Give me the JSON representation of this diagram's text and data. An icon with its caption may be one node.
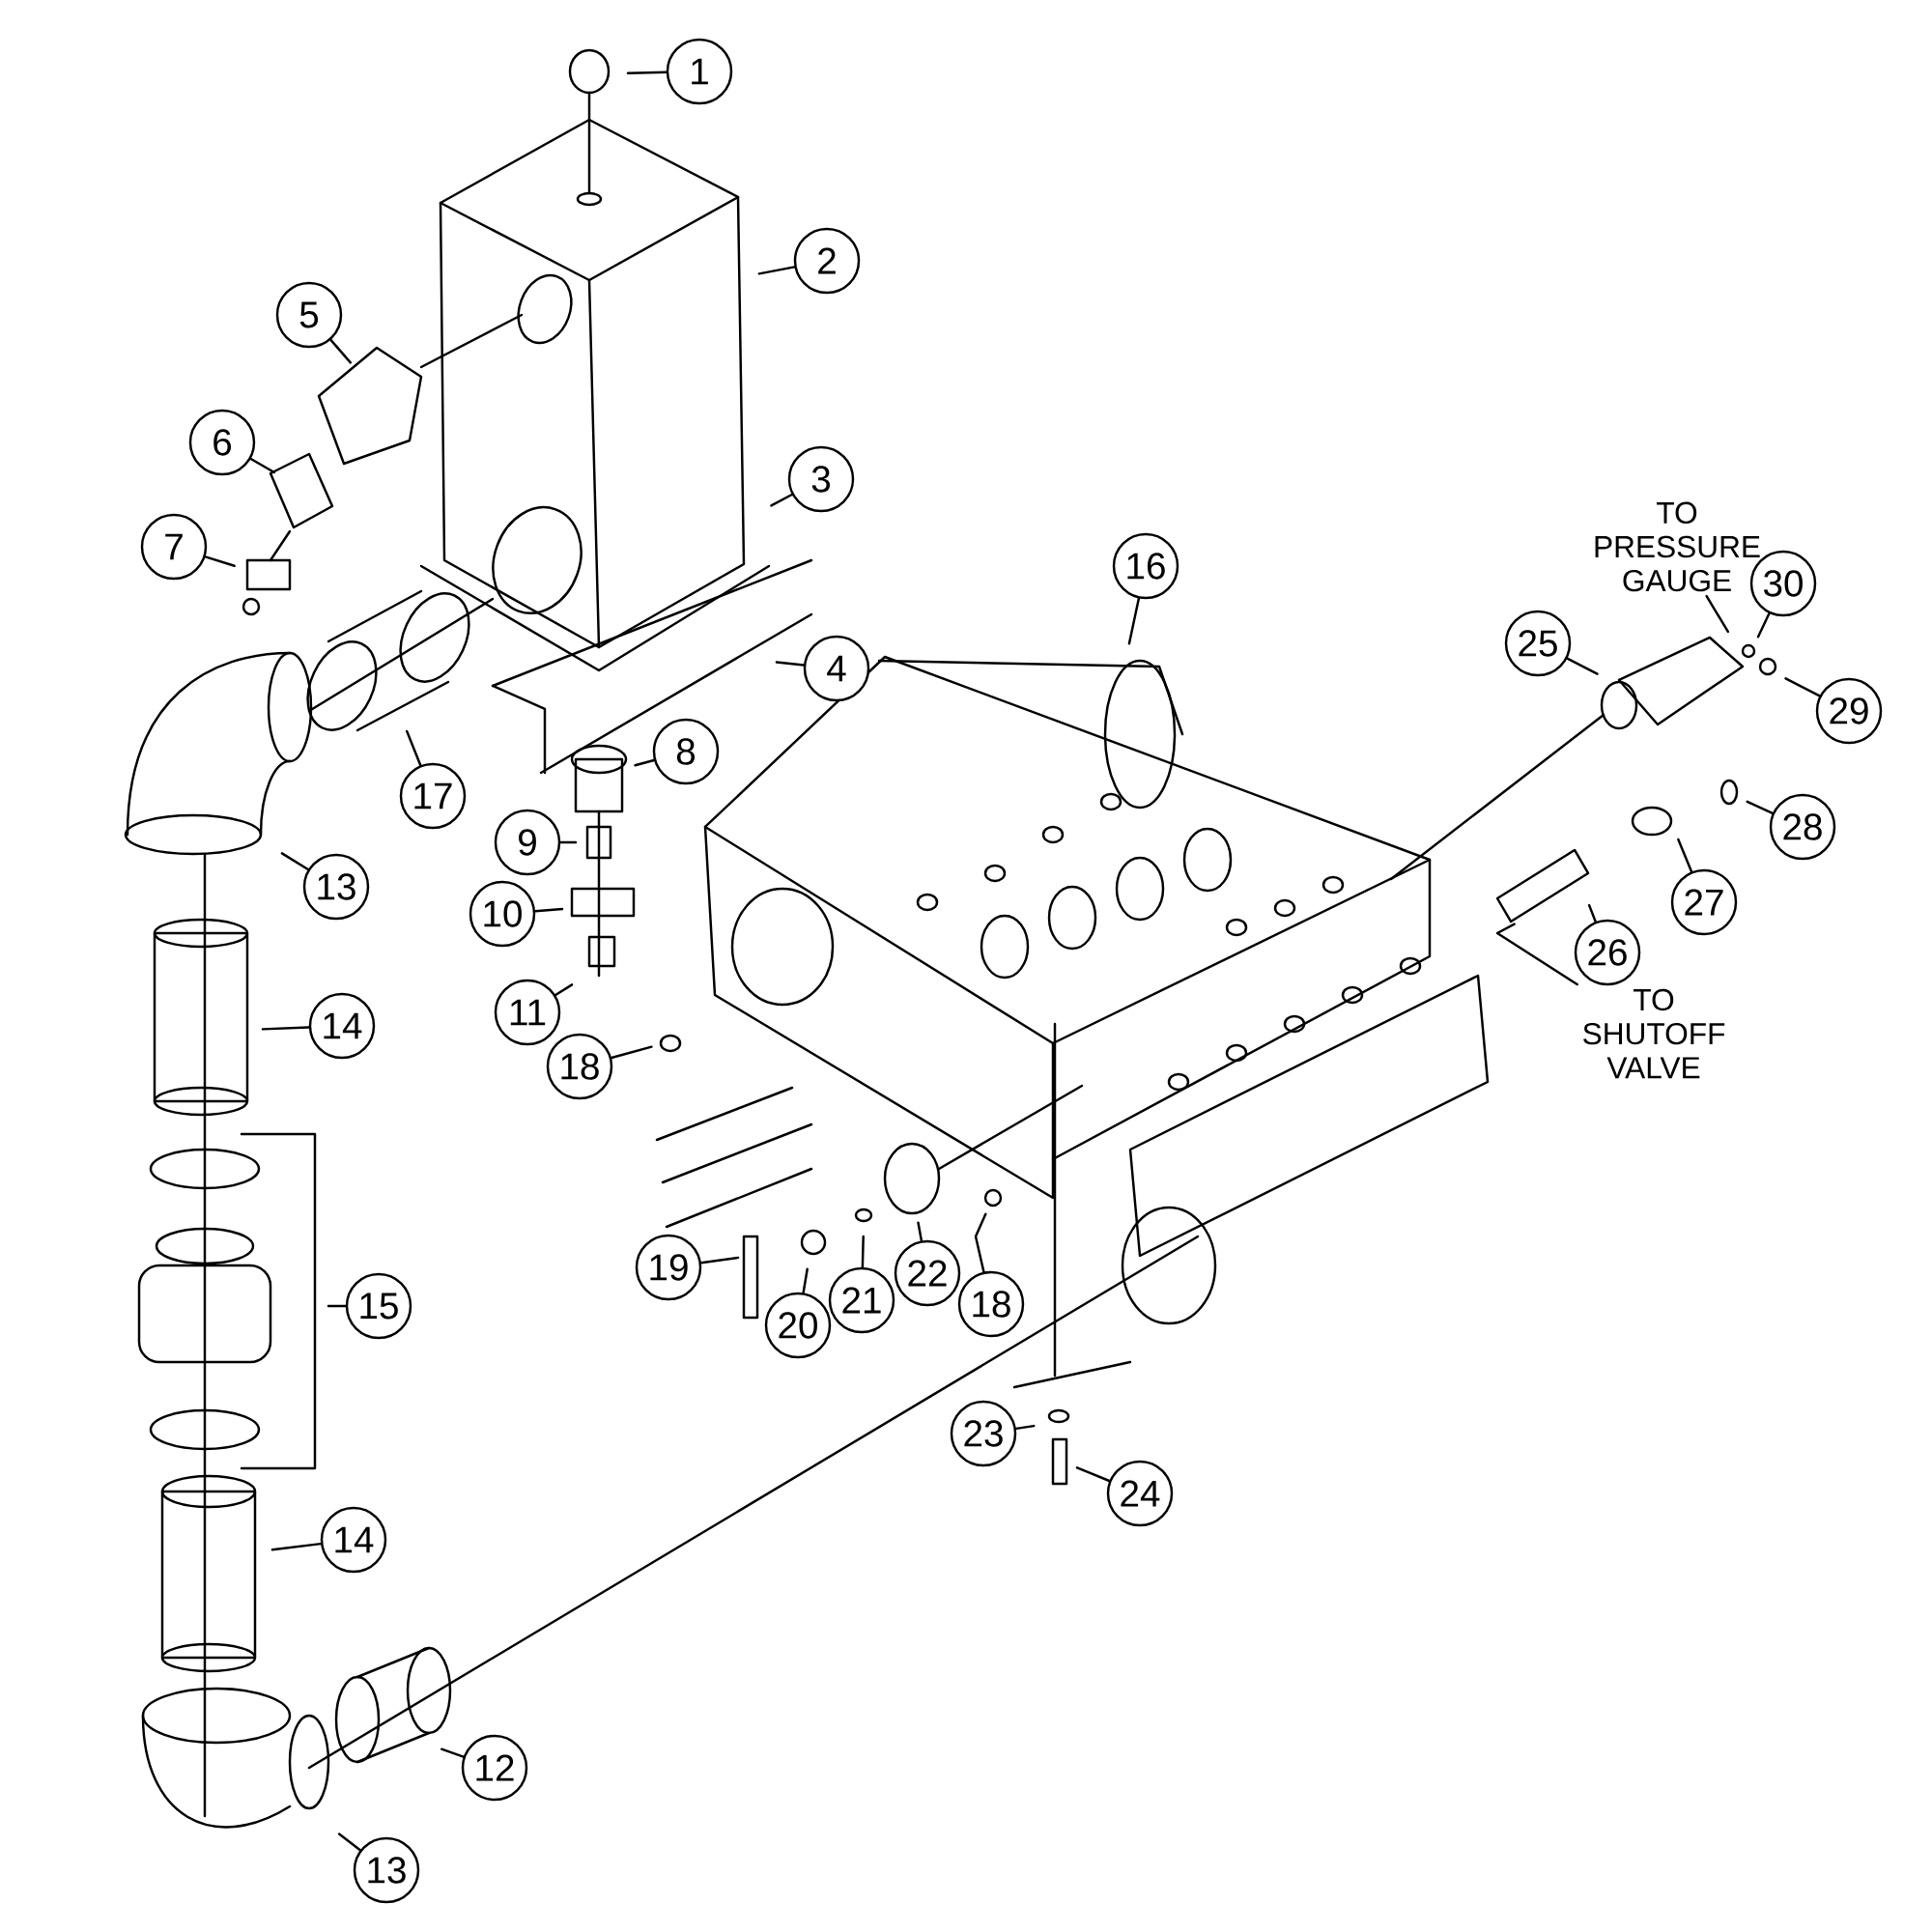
{
  "diagram": {
    "nodes": [
      {
        "text": [
          "1"
        ]
      },
      {
        "text": [
          "2"
        ]
      },
      {
        "text": [
          "3"
        ]
      },
      {
        "text": [
          "4"
        ]
      },
      {
        "text": [
          "5"
        ]
      },
      {
        "text": [
          "6"
        ]
      },
      {
        "text": [
          "7"
        ]
      },
      {
        "text": [
          "8"
        ]
      },
      {
        "text": [
          "9"
        ]
      },
      {
        "text": [
          "10"
        ]
      },
      {
        "text": [
          "11"
        ]
      },
      {
        "text": [
          "12"
        ]
      },
      {
        "text": [
          "13"
        ]
      },
      {
        "text": [
          "13"
        ]
      },
      {
        "text": [
          "14"
        ]
      },
      {
        "text": [
          "14"
        ]
      },
      {
        "text": [
          "15"
        ]
      },
      {
        "text": [
          "16"
        ]
      },
      {
        "text": [
          "17"
        ]
      },
      {
        "text": [
          "18"
        ]
      },
      {
        "text": [
          "18"
        ]
      },
      {
        "text": [
          "19"
        ]
      },
      {
        "text": [
          "20"
        ]
      },
      {
        "text": [
          "21"
        ]
      },
      {
        "text": [
          "22"
        ]
      },
      {
        "text": [
          "23"
        ]
      },
      {
        "text": [
          "24"
        ]
      },
      {
        "text": [
          "25"
        ]
      },
      {
        "text": [
          "26"
        ]
      },
      {
        "text": [
          "27"
        ]
      },
      {
        "text": [
          "28"
        ]
      },
      {
        "text": [
          "29"
        ]
      },
      {
        "text": [
          "30"
        ]
      },
      {
        "text": [
          "TO PRESSURE GAUGE"
        ]
      },
      {
        "text": [
          "TO SHUTOFF VALVE"
        ]
      }
    ],
    "edges": [
      {
        "from": 0,
        "to": null,
        "arrow": "none"
      },
      {
        "from": 1,
        "to": null,
        "arrow": "none"
      },
      {
        "from": 2,
        "to": null,
        "arrow": "none"
      },
      {
        "from": 3,
        "to": null,
        "arrow": "none"
      },
      {
        "from": 4,
        "to": null,
        "arrow": "none"
      },
      {
        "from": 5,
        "to": null,
        "arrow": "none"
      },
      {
        "from": 6,
        "to": null,
        "arrow": "none"
      },
      {
        "from": 7,
        "to": null,
        "arrow": "none"
      },
      {
        "from": 8,
        "to": null,
        "arrow": "none"
      },
      {
        "from": 9,
        "to": null,
        "arrow": "none"
      },
      {
        "from": 10,
        "to": null,
        "arrow": "none"
      },
      {
        "from": 11,
        "to": null,
        "arrow": "none"
      },
      {
        "from": 12,
        "to": null,
        "arrow": "none"
      },
      {
        "from": 13,
        "to": null,
        "arrow": "none"
      },
      {
        "from": 14,
        "to": null,
        "arrow": "none"
      },
      {
        "from": 15,
        "to": null,
        "arrow": "none"
      },
      {
        "from": 16,
        "to": null,
        "arrow": "none"
      },
      {
        "from": 17,
        "to": null,
        "arrow": "none"
      },
      {
        "from": 18,
        "to": null,
        "arrow": "none"
      },
      {
        "from": 19,
        "to": null,
        "arrow": "none"
      },
      {
        "from": 20,
        "to": null,
        "arrow": "none"
      },
      {
        "from": 21,
        "to": null,
        "arrow": "none"
      },
      {
        "from": 22,
        "to": null,
        "arrow": "none"
      },
      {
        "from": 23,
        "to": null,
        "arrow": "none"
      },
      {
        "from": 24,
        "to": null,
        "arrow": "none"
      },
      {
        "from": 25,
        "to": null,
        "arrow": "none"
      },
      {
        "from": 26,
        "to": null,
        "arrow": "none"
      },
      {
        "from": 27,
        "to": null,
        "arrow": "none"
      },
      {
        "from": 28,
        "to": null,
        "arrow": "none"
      },
      {
        "from": 29,
        "to": null,
        "arrow": "none"
      },
      {
        "from": 30,
        "to": null,
        "arrow": "none"
      },
      {
        "from": 31,
        "to": null,
        "arrow": "none"
      },
      {
        "from": 32,
        "to": null,
        "arrow": "none"
      },
      {
        "from": 33,
        "to": null,
        "arrow": "none"
      },
      {
        "from": 34,
        "to": null,
        "arrow": "none"
      }
    ]
  }
}
